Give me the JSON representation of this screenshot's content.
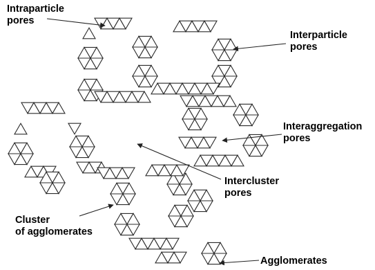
{
  "labels": {
    "intraparticle": [
      "Intraparticle",
      "pores"
    ],
    "interparticle": [
      "Interparticle",
      "pores"
    ],
    "interaggregation": [
      "Interaggregation",
      "pores"
    ],
    "intercluster": [
      "Intercluster",
      "pores"
    ],
    "cluster": [
      "Cluster",
      "of agglomerates"
    ],
    "agglomerates": [
      "Agglomerates"
    ]
  },
  "colors": {
    "stroke": "#2b2b2b",
    "text": "#000000",
    "background": "#ffffff"
  },
  "structure": {
    "unit": "triangular-particle",
    "agglomerate": "hexagon-of-six-triangles"
  }
}
